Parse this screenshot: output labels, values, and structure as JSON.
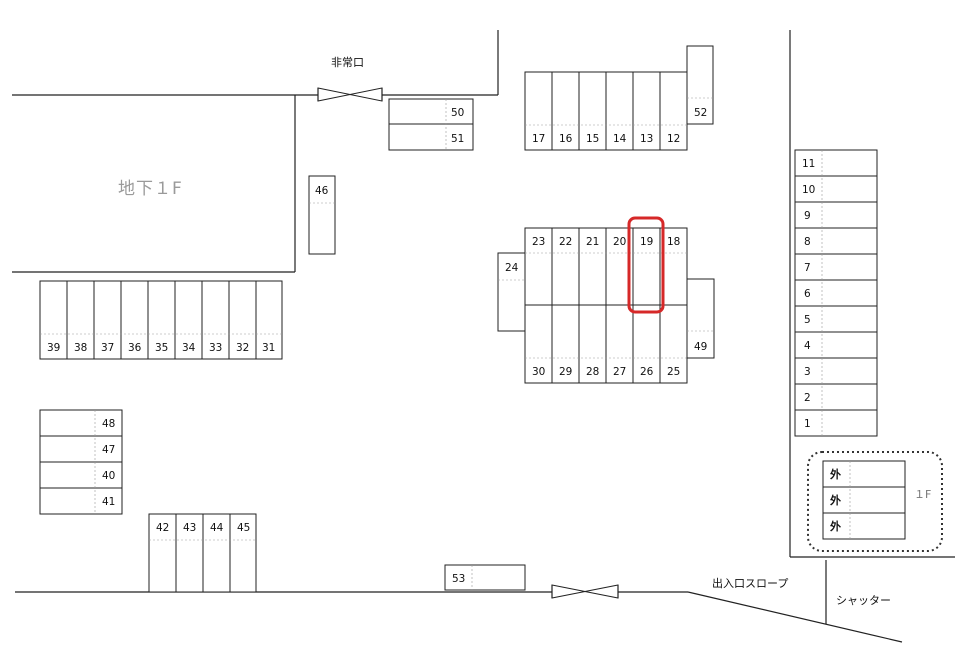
{
  "labels": {
    "emergency_exit": "非常口",
    "basement": "地下１F",
    "entrance_slope": "出入口スロープ",
    "shutter": "シャッター",
    "first_floor": "１F",
    "outside": "外"
  },
  "spaces": {
    "s1": "1",
    "s2": "2",
    "s3": "3",
    "s4": "4",
    "s5": "5",
    "s6": "6",
    "s7": "7",
    "s8": "8",
    "s9": "9",
    "s10": "10",
    "s11": "11",
    "s12": "12",
    "s13": "13",
    "s14": "14",
    "s15": "15",
    "s16": "16",
    "s17": "17",
    "s18": "18",
    "s19": "19",
    "s20": "20",
    "s21": "21",
    "s22": "22",
    "s23": "23",
    "s24": "24",
    "s25": "25",
    "s26": "26",
    "s27": "27",
    "s28": "28",
    "s29": "29",
    "s30": "30",
    "s31": "31",
    "s32": "32",
    "s33": "33",
    "s34": "34",
    "s35": "35",
    "s36": "36",
    "s37": "37",
    "s38": "38",
    "s39": "39",
    "s40": "40",
    "s41": "41",
    "s42": "42",
    "s43": "43",
    "s44": "44",
    "s45": "45",
    "s46": "46",
    "s47": "47",
    "s48": "48",
    "s49": "49",
    "s50": "50",
    "s51": "51",
    "s52": "52",
    "s53": "53"
  },
  "highlight": {
    "space": "19",
    "color": "#d62828"
  }
}
